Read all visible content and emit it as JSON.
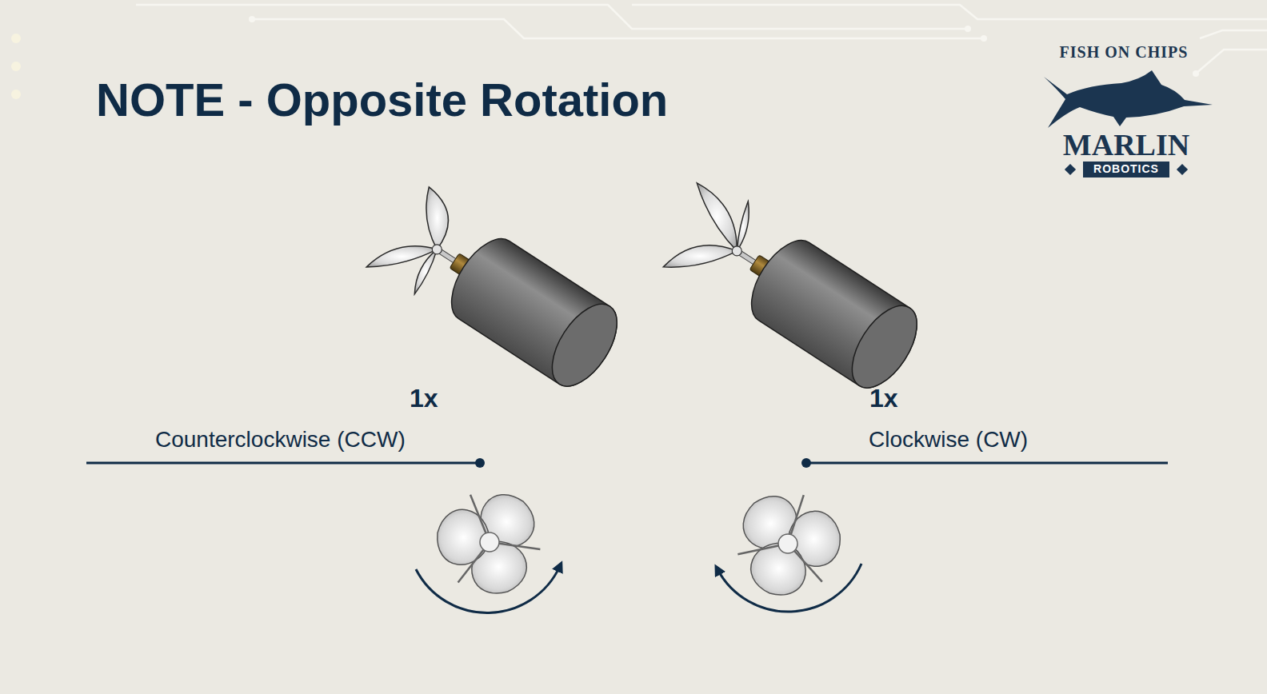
{
  "diagram": {
    "title": "NOTE - Opposite Rotation",
    "labels": [
      "FISH ON CHIPS",
      "MARLIN",
      "ROBOTICS",
      "1x",
      "1x",
      "Counterclockwise (CCW)",
      "Clockwise (CW)"
    ]
  }
}
